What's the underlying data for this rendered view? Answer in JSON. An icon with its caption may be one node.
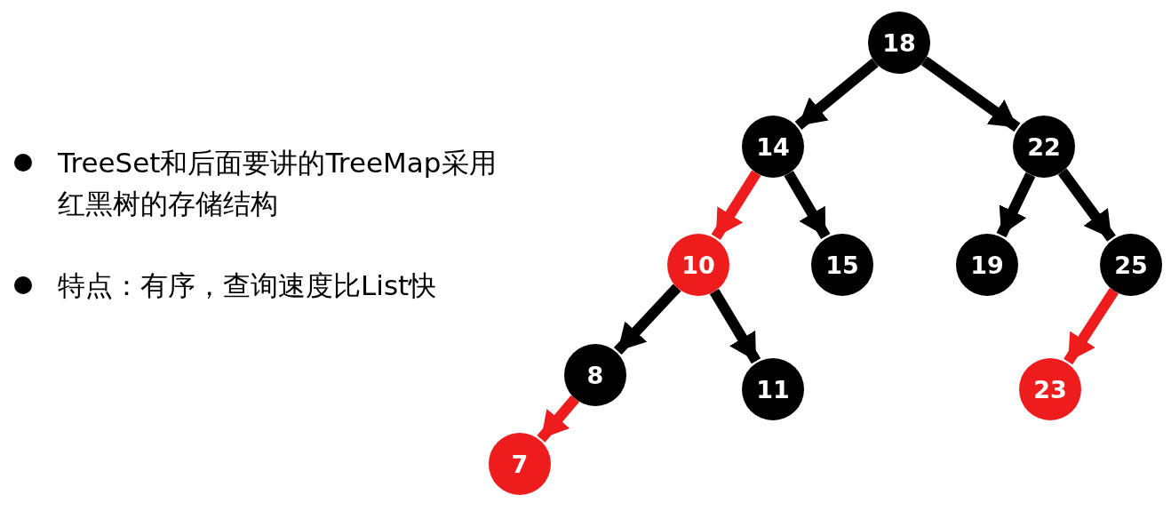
{
  "diagram": {
    "nodes": [
      {
        "text": [
          "18"
        ]
      },
      {
        "text": [
          "14"
        ]
      },
      {
        "text": [
          "22"
        ]
      },
      {
        "text": [
          "10"
        ]
      },
      {
        "text": [
          "15"
        ]
      },
      {
        "text": [
          "19"
        ]
      },
      {
        "text": [
          "25"
        ]
      },
      {
        "text": [
          "8"
        ]
      },
      {
        "text": [
          "11"
        ]
      },
      {
        "text": [
          "23"
        ]
      },
      {
        "text": [
          "7"
        ]
      }
    ],
    "edges": [
      {
        "from": 0,
        "to": 1,
        "arrow": "to"
      },
      {
        "from": 0,
        "to": 2,
        "arrow": "to"
      },
      {
        "from": 1,
        "to": 3,
        "arrow": "to",
        "color": "#ee1c1c"
      },
      {
        "from": 1,
        "to": 4,
        "arrow": "to"
      },
      {
        "from": 2,
        "to": 5,
        "arrow": "to"
      },
      {
        "from": 2,
        "to": 6,
        "arrow": "to"
      },
      {
        "from": 3,
        "to": 7,
        "arrow": "to"
      },
      {
        "from": 3,
        "to": 8,
        "arrow": "to"
      },
      {
        "from": 6,
        "to": 9,
        "arrow": "to",
        "color": "#ee1c1c"
      },
      {
        "from": 7,
        "to": 10,
        "arrow": "to",
        "color": "#ee1c1c"
      }
    ],
    "labels": [
      "TreeSet和后面要讲的TreeMap采用红黑树的存储结构",
      "特点：有序，查询速度比List快"
    ]
  }
}
